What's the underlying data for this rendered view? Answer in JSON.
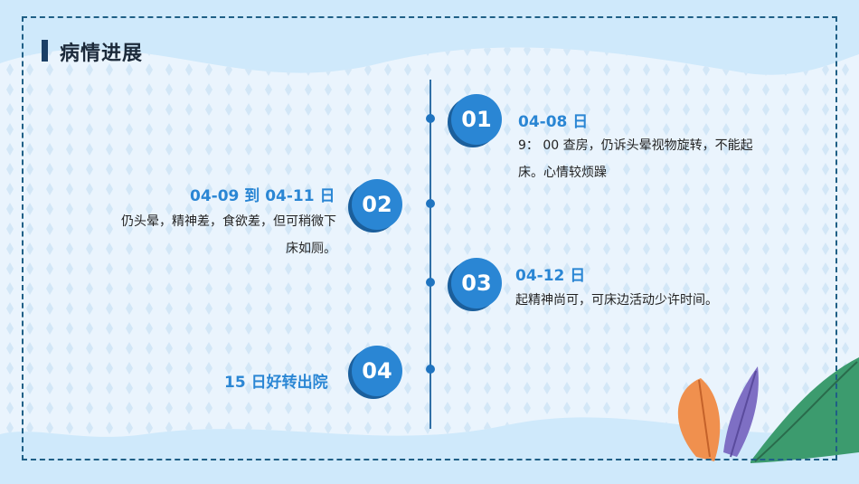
{
  "header": {
    "title": "病情进展"
  },
  "timeline": {
    "items": [
      {
        "number": "01",
        "date": "04-08 日",
        "description": "9： 00 查房，仍诉头晕视物旋转，不能起床。心情较烦躁"
      },
      {
        "number": "02",
        "date": "04-09  到 04-11 日",
        "description_line1": "仍头晕，精神差，食欲差，但可稍微下",
        "description_line2": "床如厕。"
      },
      {
        "number": "03",
        "date": "04-12 日",
        "description": "起精神尚可，可床边活动少许时间。"
      },
      {
        "number": "04",
        "date": "15 日好转出院"
      }
    ]
  },
  "colors": {
    "accent": "#2a86d4",
    "frame": "#1f5f86",
    "background": "#cfe9fb",
    "title_bar": "#1a3f66"
  }
}
